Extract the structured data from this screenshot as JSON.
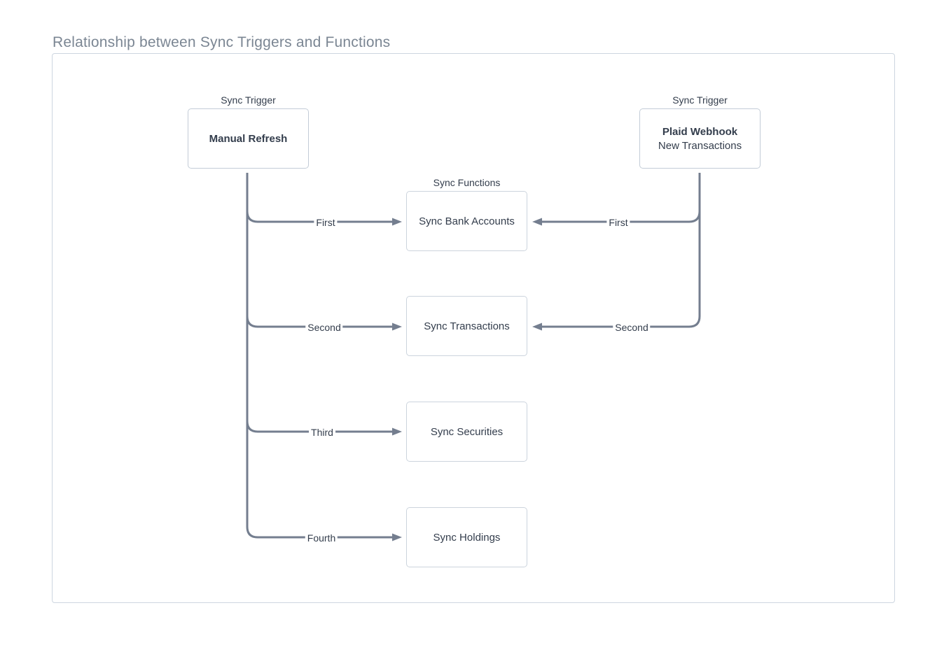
{
  "title": "Relationship between Sync Triggers and Functions",
  "diagram": {
    "trigger_left": {
      "section_label": "Sync Trigger",
      "name": "Manual Refresh"
    },
    "trigger_right": {
      "section_label": "Sync Trigger",
      "name": "Plaid Webhook",
      "subtitle": "New Transactions"
    },
    "functions_section_label": "Sync Functions",
    "functions": [
      {
        "name": "Sync Bank Accounts"
      },
      {
        "name": "Sync Transactions"
      },
      {
        "name": "Sync Securities"
      },
      {
        "name": "Sync Holdings"
      }
    ],
    "connections": {
      "manual_refresh": [
        {
          "order": "First",
          "target": "Sync Bank Accounts"
        },
        {
          "order": "Second",
          "target": "Sync Transactions"
        },
        {
          "order": "Third",
          "target": "Sync Securities"
        },
        {
          "order": "Fourth",
          "target": "Sync Holdings"
        }
      ],
      "plaid_webhook": [
        {
          "order": "First",
          "target": "Sync Bank Accounts"
        },
        {
          "order": "Second",
          "target": "Sync Transactions"
        }
      ]
    },
    "colors": {
      "connector": "#747e8f",
      "box_border": "#c9d2dc",
      "container_border": "#cdd6e0",
      "text_dark": "#333d4c",
      "title_text": "#7b8693"
    }
  }
}
